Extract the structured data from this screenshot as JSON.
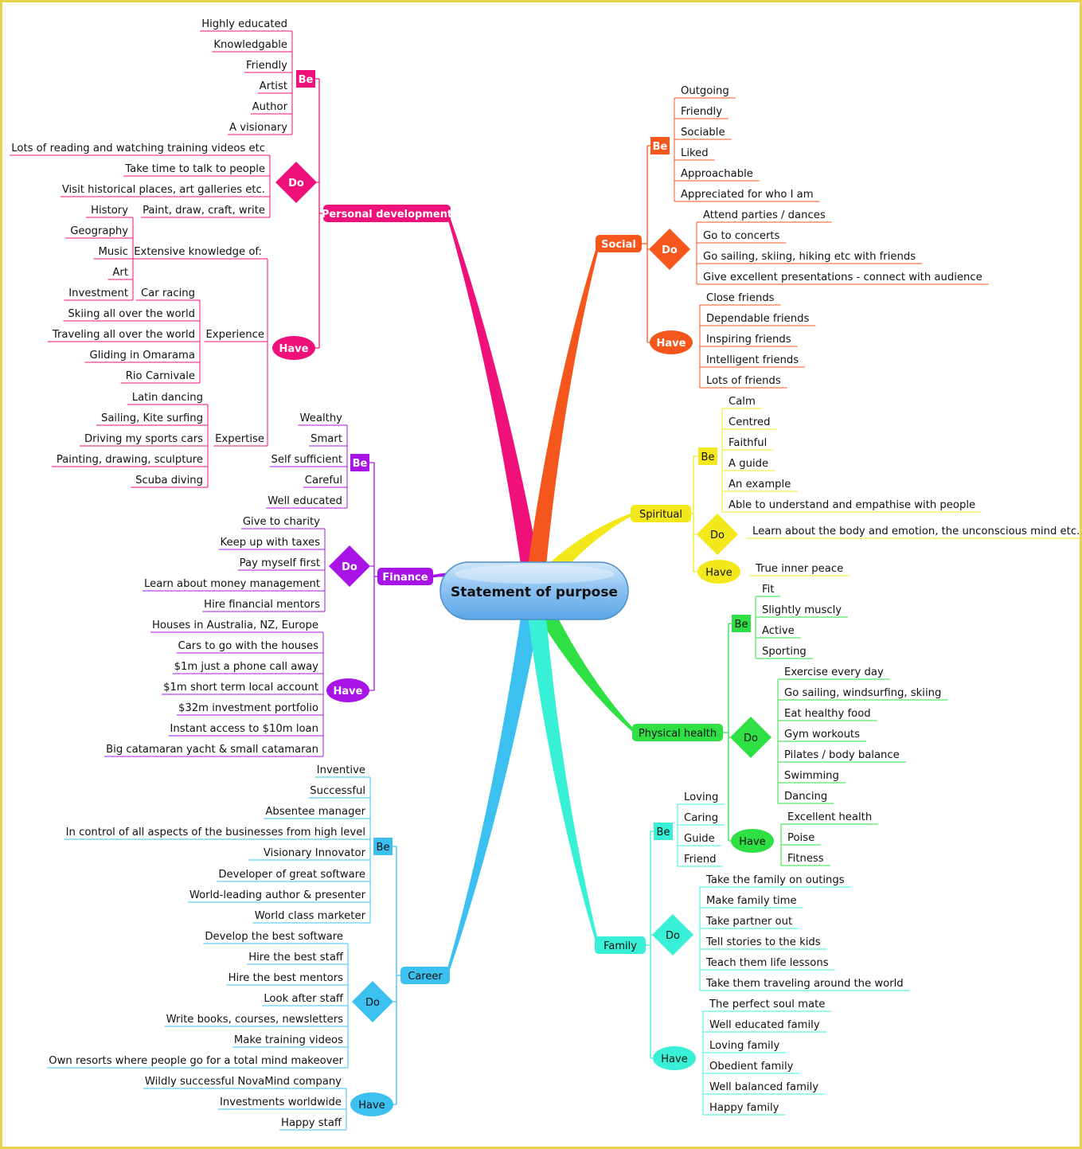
{
  "title": "Statement of purpose",
  "colors": {
    "personal": "#f0107a",
    "finance": "#a814e6",
    "career": "#3cc0f0",
    "social": "#f4561c",
    "spiritual": "#f2e81c",
    "physical": "#2ee044",
    "family": "#38f0d6"
  },
  "branches": [
    {
      "label": "Personal development",
      "color": "#f0107a",
      "side": "left",
      "groups": [
        {
          "label": "Be",
          "shape": "rect",
          "items": [
            {
              "text": "Highly educated"
            },
            {
              "text": "Knowledgable"
            },
            {
              "text": "Friendly"
            },
            {
              "text": "Artist"
            },
            {
              "text": "Author"
            },
            {
              "text": "A visionary"
            }
          ]
        },
        {
          "label": "Do",
          "shape": "diamond",
          "items": [
            {
              "text": "Lots of reading and watching training videos etc"
            },
            {
              "text": "Take time to talk to people"
            },
            {
              "text": "Visit historical places, art galleries etc."
            },
            {
              "text": "Paint, draw, craft, write"
            }
          ]
        },
        {
          "label": "Have",
          "shape": "ellipse",
          "items": [
            {
              "text": "Extensive knowledge of:",
              "items": [
                {
                  "text": "History"
                },
                {
                  "text": "Geography"
                },
                {
                  "text": "Music"
                },
                {
                  "text": "Art"
                },
                {
                  "text": "Investment"
                }
              ]
            },
            {
              "text": "Experience",
              "items": [
                {
                  "text": "Car racing"
                },
                {
                  "text": "Skiing all over the world"
                },
                {
                  "text": "Traveling all over the world"
                },
                {
                  "text": "Gliding in Omarama"
                },
                {
                  "text": "Rio Carnivale"
                }
              ]
            },
            {
              "text": "Expertise",
              "items": [
                {
                  "text": "Latin dancing"
                },
                {
                  "text": "Sailing, Kite surfing"
                },
                {
                  "text": "Driving my sports cars"
                },
                {
                  "text": "Painting, drawing, sculpture"
                },
                {
                  "text": "Scuba diving"
                }
              ]
            }
          ]
        }
      ]
    },
    {
      "label": "Finance",
      "color": "#a814e6",
      "side": "left",
      "groups": [
        {
          "label": "Be",
          "shape": "rect",
          "items": [
            {
              "text": "Wealthy"
            },
            {
              "text": "Smart"
            },
            {
              "text": "Self sufficient"
            },
            {
              "text": "Careful"
            },
            {
              "text": "Well educated"
            }
          ]
        },
        {
          "label": "Do",
          "shape": "diamond",
          "items": [
            {
              "text": "Give to charity"
            },
            {
              "text": "Keep up with taxes"
            },
            {
              "text": "Pay myself first"
            },
            {
              "text": "Learn about money management"
            },
            {
              "text": "Hire financial mentors"
            }
          ]
        },
        {
          "label": "Have",
          "shape": "ellipse",
          "items": [
            {
              "text": "Houses in Australia, NZ, Europe"
            },
            {
              "text": "Cars to go with the houses"
            },
            {
              "text": "$1m just a phone call away"
            },
            {
              "text": "$1m short term local account"
            },
            {
              "text": "$32m investment portfolio"
            },
            {
              "text": "Instant access to $10m loan"
            },
            {
              "text": "Big catamaran yacht & small catamaran"
            }
          ]
        }
      ]
    },
    {
      "label": "Career",
      "color": "#3cc0f0",
      "side": "left",
      "groups": [
        {
          "label": "Be",
          "shape": "rect",
          "items": [
            {
              "text": "Inventive"
            },
            {
              "text": "Successful"
            },
            {
              "text": "Absentee manager"
            },
            {
              "text": "In control of all aspects of the businesses from high level"
            },
            {
              "text": "Visionary     Innovator"
            },
            {
              "text": "Developer of great software"
            },
            {
              "text": "World-leading author & presenter"
            },
            {
              "text": "World class marketer"
            }
          ]
        },
        {
          "label": "Do",
          "shape": "diamond",
          "items": [
            {
              "text": "Develop the best software"
            },
            {
              "text": "Hire the best staff"
            },
            {
              "text": "Hire the best mentors"
            },
            {
              "text": "Look after staff"
            },
            {
              "text": "Write books, courses, newsletters"
            },
            {
              "text": "Make training videos"
            },
            {
              "text": "Own resorts where people go for a total mind makeover"
            }
          ]
        },
        {
          "label": "Have",
          "shape": "ellipse",
          "items": [
            {
              "text": "Wildly successful NovaMind company"
            },
            {
              "text": "Investments worldwide"
            },
            {
              "text": "Happy staff"
            }
          ]
        }
      ]
    },
    {
      "label": "Social",
      "color": "#f4561c",
      "side": "right",
      "groups": [
        {
          "label": "Be",
          "shape": "rect",
          "items": [
            {
              "text": "Outgoing"
            },
            {
              "text": "Friendly"
            },
            {
              "text": "Sociable"
            },
            {
              "text": "Liked"
            },
            {
              "text": "Approachable"
            },
            {
              "text": "Appreciated for who I am"
            }
          ]
        },
        {
          "label": "Do",
          "shape": "diamond",
          "items": [
            {
              "text": "Attend parties / dances"
            },
            {
              "text": "Go to concerts"
            },
            {
              "text": "Go sailing, skiing, hiking etc with friends"
            },
            {
              "text": "Give excellent presentations - connect with audience"
            }
          ]
        },
        {
          "label": "Have",
          "shape": "ellipse",
          "items": [
            {
              "text": "Close friends"
            },
            {
              "text": "Dependable friends"
            },
            {
              "text": "Inspiring friends"
            },
            {
              "text": "Intelligent friends"
            },
            {
              "text": "Lots of friends"
            }
          ]
        }
      ]
    },
    {
      "label": "Spiritual",
      "color": "#f2e81c",
      "side": "right",
      "groups": [
        {
          "label": "Be",
          "shape": "rect",
          "items": [
            {
              "text": "Calm"
            },
            {
              "text": "Centred"
            },
            {
              "text": "Faithful"
            },
            {
              "text": "A guide"
            },
            {
              "text": "An example"
            },
            {
              "text": "Able to understand and empathise with people"
            }
          ]
        },
        {
          "label": "Do",
          "shape": "diamond",
          "items": [
            {
              "text": "Learn about the body and emotion, the unconscious mind etc."
            }
          ]
        },
        {
          "label": "Have",
          "shape": "ellipse",
          "items": [
            {
              "text": "True inner peace"
            }
          ]
        }
      ]
    },
    {
      "label": "Physical health",
      "color": "#2ee044",
      "side": "right",
      "groups": [
        {
          "label": "Be",
          "shape": "rect",
          "items": [
            {
              "text": "Fit"
            },
            {
              "text": "Slightly muscly"
            },
            {
              "text": "Active"
            },
            {
              "text": "Sporting"
            }
          ]
        },
        {
          "label": "Do",
          "shape": "diamond",
          "items": [
            {
              "text": "Exercise every day"
            },
            {
              "text": "Go sailing, windsurfing, skiing"
            },
            {
              "text": "Eat healthy food"
            },
            {
              "text": "Gym workouts"
            },
            {
              "text": "Pilates / body balance"
            },
            {
              "text": "Swimming"
            },
            {
              "text": "Dancing"
            }
          ]
        },
        {
          "label": "Have",
          "shape": "ellipse",
          "items": [
            {
              "text": "Excellent health"
            },
            {
              "text": "Poise"
            },
            {
              "text": "Fitness"
            }
          ]
        }
      ]
    },
    {
      "label": "Family",
      "color": "#38f0d6",
      "side": "right",
      "groups": [
        {
          "label": "Be",
          "shape": "rect",
          "items": [
            {
              "text": "Loving"
            },
            {
              "text": "Caring"
            },
            {
              "text": "Guide"
            },
            {
              "text": "Friend"
            }
          ]
        },
        {
          "label": "Do",
          "shape": "diamond",
          "items": [
            {
              "text": "Take the family on outings"
            },
            {
              "text": "Make family time"
            },
            {
              "text": "Take partner out"
            },
            {
              "text": "Tell stories to the kids"
            },
            {
              "text": "Teach them life lessons"
            },
            {
              "text": "Take them traveling around the world"
            }
          ]
        },
        {
          "label": "Have",
          "shape": "ellipse",
          "items": [
            {
              "text": "The perfect soul mate"
            },
            {
              "text": "Well educated family"
            },
            {
              "text": "Loving family"
            },
            {
              "text": "Obedient family"
            },
            {
              "text": "Well balanced family"
            },
            {
              "text": "Happy family"
            }
          ]
        }
      ]
    }
  ]
}
